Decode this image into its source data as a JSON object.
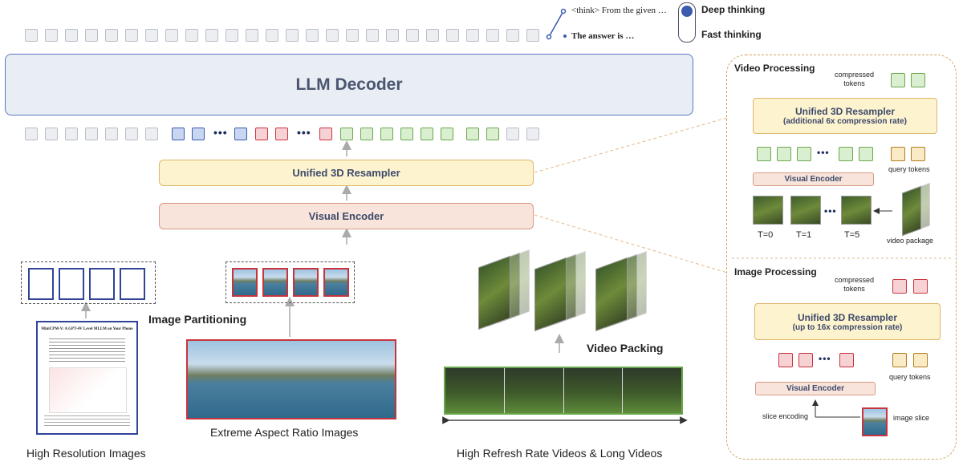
{
  "thinking": {
    "deep_text": "<think> From the given …",
    "fast_text": "The answer is …",
    "deep_label": "Deep thinking",
    "fast_label": "Fast thinking"
  },
  "main": {
    "decoder_label": "LLM Decoder",
    "resampler_label": "Unified 3D Resampler",
    "encoder_label": "Visual Encoder",
    "ellipsis": "•••"
  },
  "inputs": {
    "image_partitioning": "Image Partitioning",
    "video_packing": "Video Packing",
    "high_res_caption": "High Resolution Images",
    "aspect_caption": "Extreme Aspect Ratio Images",
    "video_caption": "High Refresh Rate Videos & Long Videos",
    "paper_title": "MiniCPM-V: A GPT-4V Level MLLM on Your Phone"
  },
  "video_panel": {
    "title": "Video Processing",
    "compressed_tokens": "compressed\ntokens",
    "resampler_label": "Unified 3D Resampler",
    "resampler_sub": "(additional 6x compression rate)",
    "encoder_label": "Visual Encoder",
    "query_tokens": "query tokens",
    "t0": "T=0",
    "t1": "T=1",
    "t5": "T=5",
    "package": "video package"
  },
  "image_panel": {
    "title": "Image Processing",
    "compressed_tokens": "compressed\ntokens",
    "resampler_label": "Unified 3D Resampler",
    "resampler_sub": "(up to 16x compression rate)",
    "encoder_label": "Visual Encoder",
    "query_tokens": "query tokens",
    "slice_encoding": "slice encoding",
    "image_slice": "image slice"
  },
  "colors": {
    "blue": "#3a5bb0",
    "red": "#c8343e",
    "green": "#6aa84f",
    "yellow": "#b07c1c",
    "decoder_bg": "#e9edf4",
    "resampler_bg": "#fdf3cf",
    "encoder_bg": "#f8e4da"
  }
}
